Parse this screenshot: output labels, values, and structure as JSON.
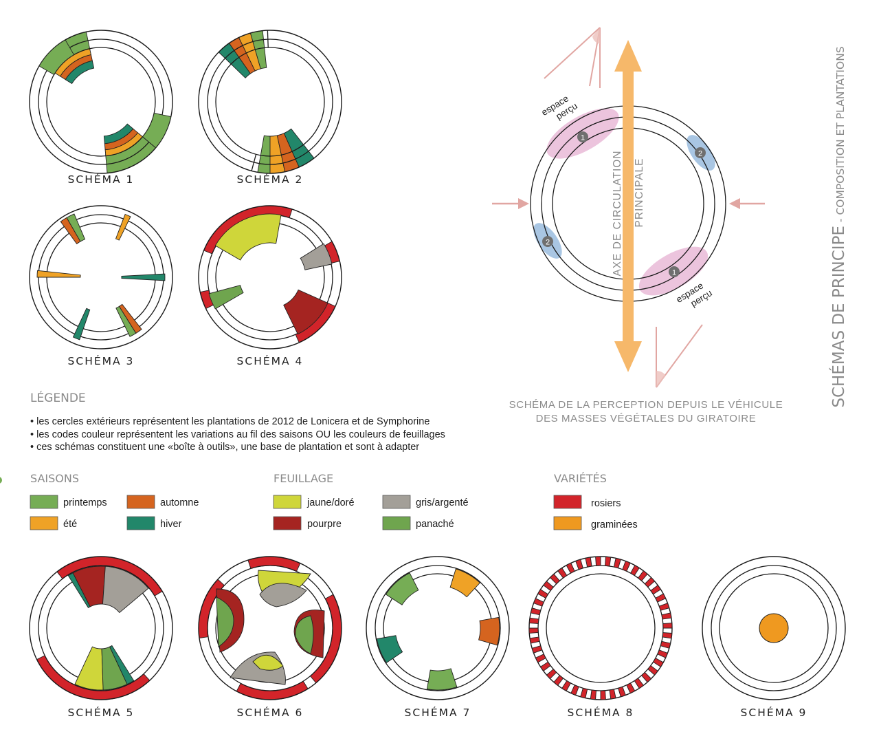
{
  "colors": {
    "printemps": "#76ad55",
    "ete": "#efa226",
    "automne": "#d5641f",
    "hiver": "#22876a",
    "jaune": "#cfd63a",
    "gris": "#a39f98",
    "pourpre": "#a52421",
    "panache": "#6fa54e",
    "rosiers": "#d2242a",
    "graminees": "#ef9920",
    "pink": "#e1a6a2",
    "arrow": "#f6b86a",
    "ellipse_pink": "#ecc4dd",
    "ellipse_blue": "#a9c6e3"
  },
  "schemas": {
    "s1": "SCHÉMA 1",
    "s2": "SCHÉMA 2",
    "s3": "SCHÉMA 3",
    "s4": "SCHÉMA 4",
    "s5": "SCHÉMA 5",
    "s6": "SCHÉMA 6",
    "s7": "SCHÉMA 7",
    "s8": "SCHÉMA 8",
    "s9": "SCHÉMA 9"
  },
  "legend": {
    "title": "LÉGENDE",
    "lines": [
      "• les cercles extérieurs représentent les plantations de 2012 de Lonicera et de Symphorine",
      "• les codes couleur représentent les variations au fil des saisons OU les couleurs de feuillages",
      "• ces schémas constituent une «boîte à outils», une base de plantation et sont à adapter"
    ]
  },
  "saisons": {
    "title": "SAISONS",
    "printemps": "printemps",
    "automne": "automne",
    "ete": "été",
    "hiver": "hiver"
  },
  "feuillage": {
    "title": "FEUILLAGE",
    "jaune": "jaune/doré",
    "gris": "gris/argenté",
    "pourpre": "pourpre",
    "panache": "panaché"
  },
  "varietes": {
    "title": "VARIÉTÉS",
    "rosiers": "rosiers",
    "graminees": "graminées"
  },
  "perception": {
    "axis_line1": "AXE DE CIRCULATION",
    "axis_line2": "PRINCIPALE",
    "espace": "espace",
    "percu": "perçu",
    "marker1": "1",
    "marker2": "2",
    "caption_line1": "SCHÉMA DE LA PERCEPTION DEPUIS LE VÉHICULE",
    "caption_line2": "DES MASSES VÉGÉTALES DU GIRATOIRE"
  },
  "side_title": {
    "main": "SCHÉMAS DE PRINCIPE",
    "sub": " - COMPOSITION ET PLANTATIONS"
  }
}
